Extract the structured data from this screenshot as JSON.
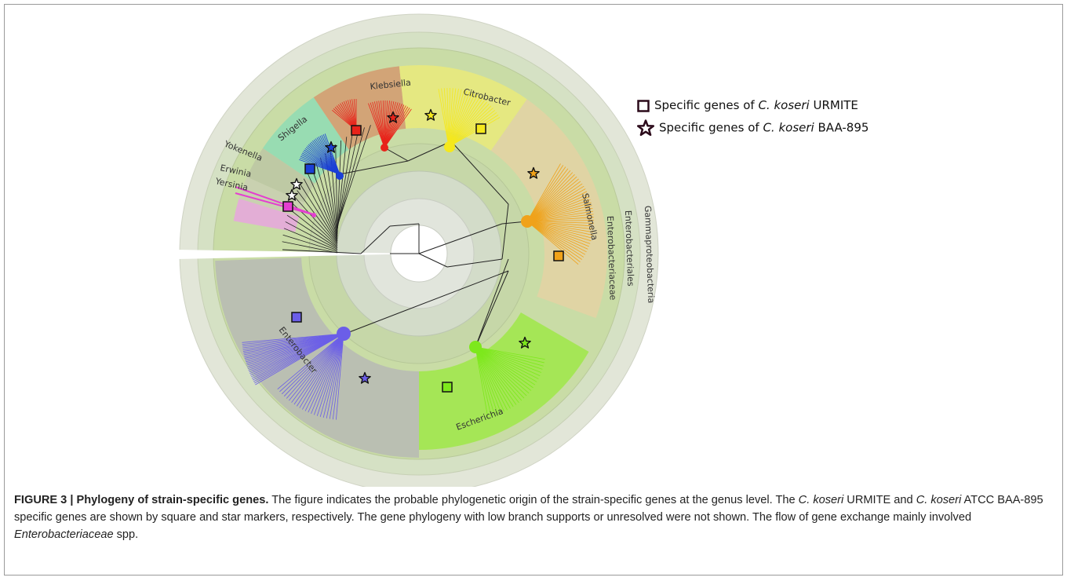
{
  "legend": {
    "square": {
      "prefix": "Specific genes of ",
      "species": "C. koseri",
      "suffix": " URMITE"
    },
    "star": {
      "prefix": "Specific genes of ",
      "species": "C. koseri",
      "suffix": " BAA-895"
    }
  },
  "rings": {
    "gammaproteobacteria": "Gammaproteobacteria",
    "enterobacteriales": "Enterobacteriales",
    "enterobacteriaceae": "Enterobacteriaceae"
  },
  "genera": {
    "klebsiella": "Klebsiella",
    "citrobacter": "Citrobacter",
    "shigella": "Shigella",
    "yokenella": "Yokenella",
    "erwinia": "Erwinia",
    "yersinia": "Yersinia",
    "salmonella": "Salmonella",
    "enterobacter": "Enterobacter",
    "escherichia": "Escherichia"
  },
  "colors": {
    "klebsiella": "#e8231a",
    "citrobacter": "#f5e81c",
    "shigella": "#1a3fd6",
    "salmonella": "#f0a21a",
    "enterobacter": "#6b5ee8",
    "escherichia": "#7de81c",
    "yersinia": "#e43fd0"
  },
  "caption": {
    "label": "FIGURE 3 | Phylogeny of strain-specific genes.",
    "t1": " The figure indicates the probable phylogenetic origin of the strain-specific genes at the genus level. The ",
    "i1": "C. koseri",
    "t2": " URMITE and ",
    "i2": "C. koseri",
    "t3": " ATCC BAA-895 specific genes are shown by square and star markers, respectively. The gene phylogeny with low branch supports or unresolved were not shown. The flow of gene exchange mainly involved ",
    "i3": "Enterobacteriaceae",
    "t4": " spp."
  }
}
